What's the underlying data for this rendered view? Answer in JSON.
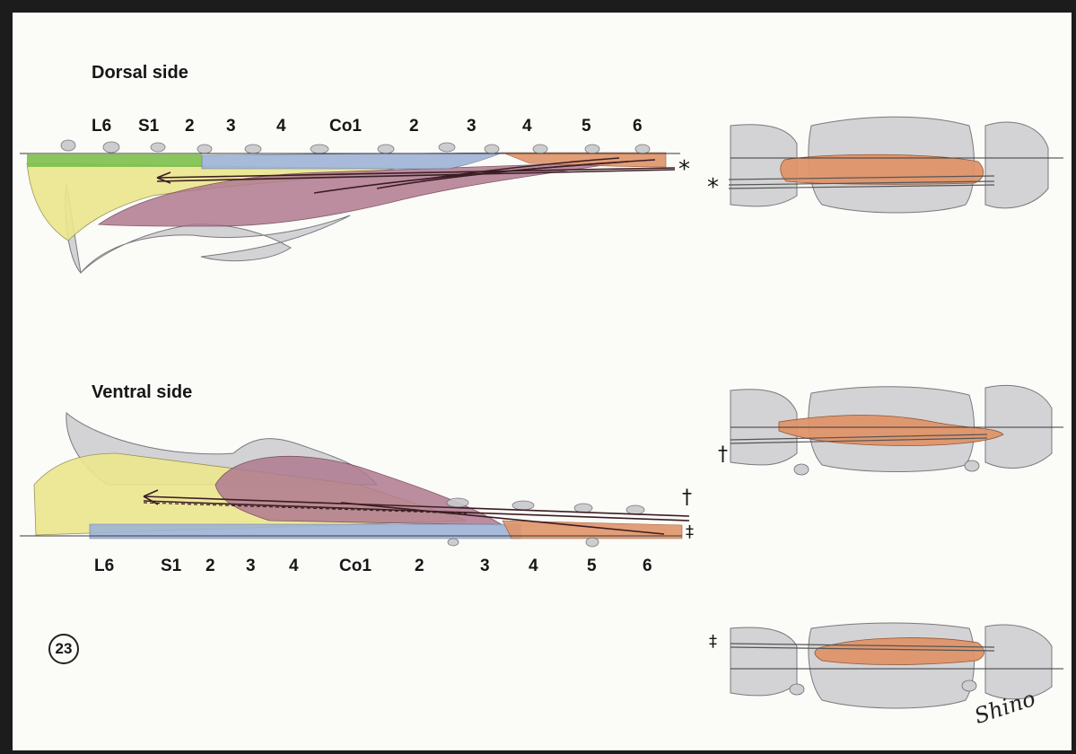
{
  "dorsal_title": "Dorsal side",
  "ventral_title": "Ventral side",
  "dorsal_vertebrae": [
    "L6",
    "S1",
    "2",
    "3",
    "4",
    "Co1",
    "2",
    "3",
    "4",
    "5",
    "6"
  ],
  "ventral_vertebrae": [
    "L6",
    "S1",
    "2",
    "3",
    "4",
    "Co1",
    "2",
    "3",
    "4",
    "5",
    "6"
  ],
  "symbols": {
    "asterisk": "*",
    "dagger": "†",
    "double_dagger": "‡"
  },
  "figure_number": "23",
  "signature": "Shino",
  "colors": {
    "frame": "#1c1c1c",
    "bone": "#c9c9cc",
    "muscle_yellow": "#ece78e",
    "muscle_green": "#7cc04a",
    "muscle_blue": "#9fb4d6",
    "muscle_mauve": "#b07a90",
    "muscle_orange": "#e0946a",
    "tendon_line": "#3b1d24"
  }
}
